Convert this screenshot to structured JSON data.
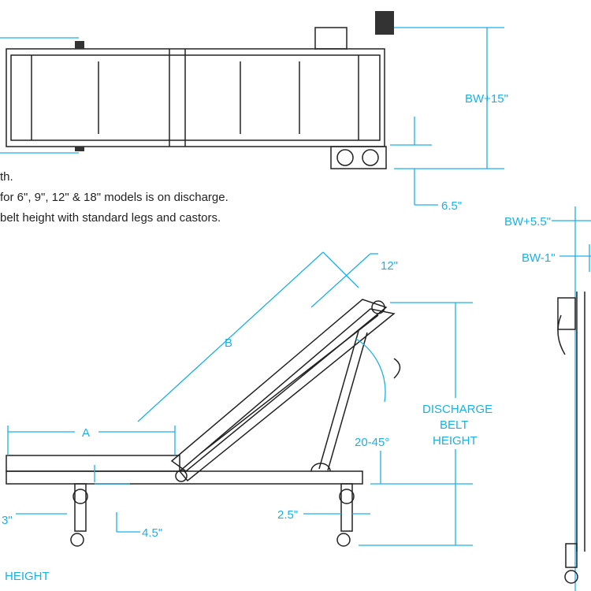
{
  "notes": [
    "th.",
    " for 6\", 9\", 12\" & 18\" models is on discharge.",
    " belt height with standard legs and castors."
  ],
  "dimensions": {
    "bw_plus_15": "BW+15\"",
    "offset_6_5": "6.5\"",
    "bw_plus_5_5": "BW+5.5\"",
    "bw_minus_1": "BW-1\"",
    "width_12": "12\"",
    "length_b": "B",
    "length_a": "A",
    "discharge_label": [
      "DISCHARGE",
      "BELT",
      "HEIGHT"
    ],
    "angle": "20-45°",
    "offset_2_5": "2.5\"",
    "offset_4_5": "4.5\"",
    "offset_3": "3\"",
    "infeed_height": "HEIGHT"
  },
  "colors": {
    "dimension": "#1ab0e8",
    "drawing": "#222222"
  }
}
